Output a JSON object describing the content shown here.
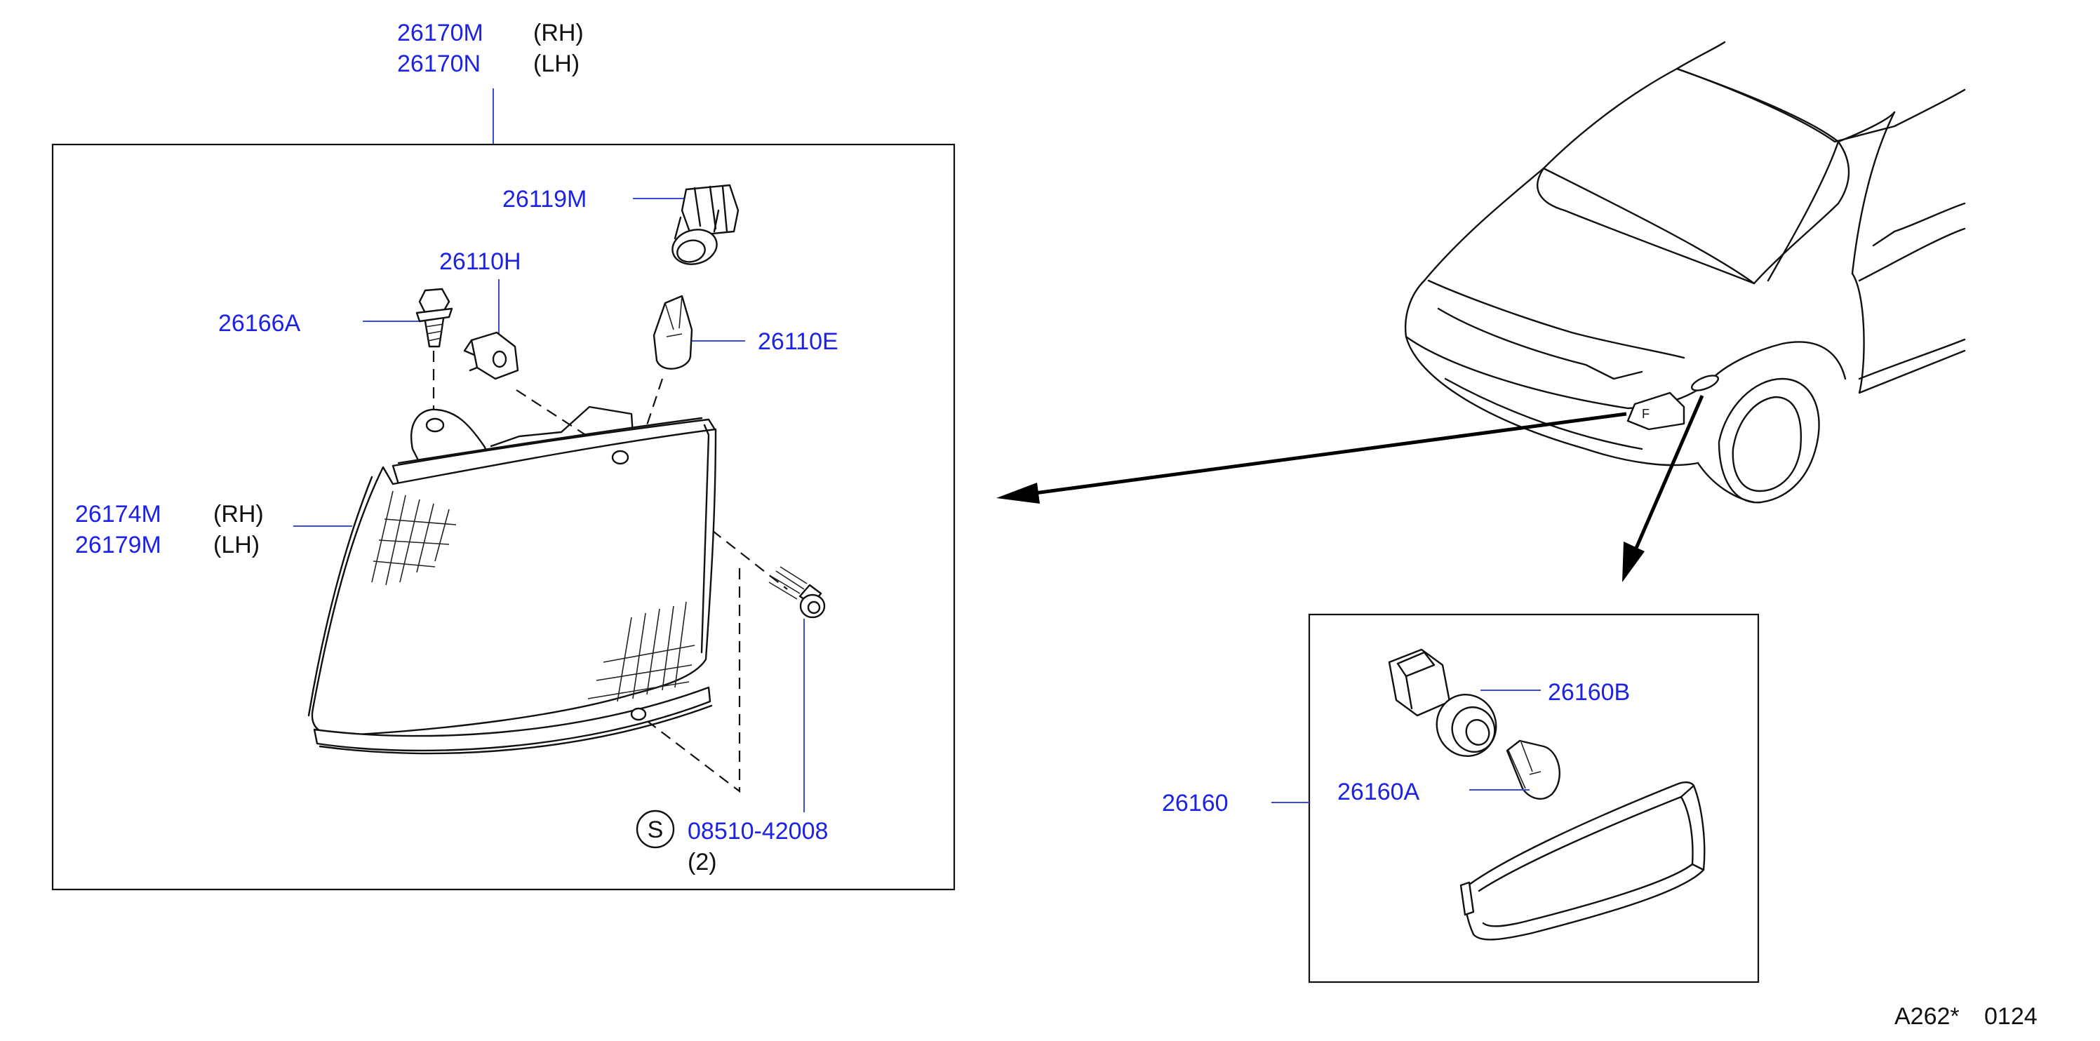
{
  "labels": {
    "p26170m": "26170M",
    "p26170n": "26170N",
    "rh1": "(RH)",
    "lh1": "(LH)",
    "p26119m": "26119M",
    "p26110h": "26110H",
    "p26166a": "26166A",
    "p26110e": "26110E",
    "p26174m": "26174M",
    "p26179m": "26179M",
    "rh2": "(RH)",
    "lh2": "(LH)",
    "s_symbol": "S",
    "p08510": "08510-42008",
    "qty": "(2)",
    "p26160b": "26160B",
    "p26160": "26160",
    "p26160a": "26160A",
    "ref_code": "A262*",
    "ref_num": "0124"
  },
  "colors": {
    "part_number": "#1c22e6",
    "leader": "#3a4fd8",
    "line": "#111111"
  }
}
